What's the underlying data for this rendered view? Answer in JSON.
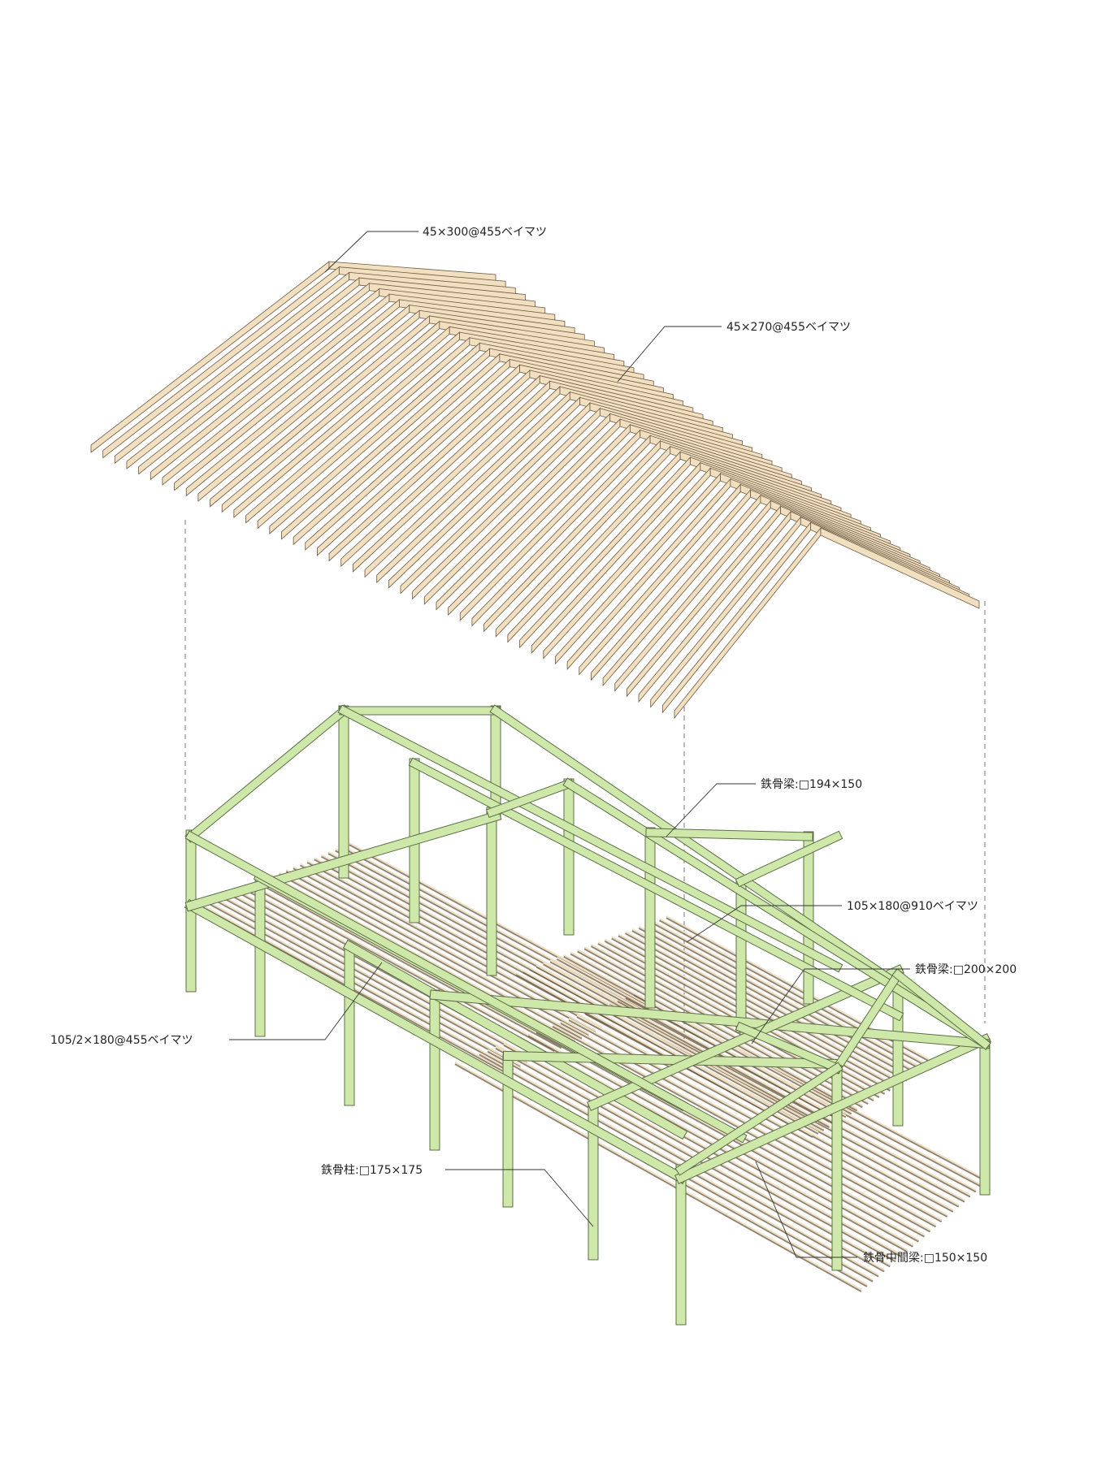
{
  "diagram": {
    "background": "#ffffff",
    "colors": {
      "timber_fill": "#f2dfc0",
      "timber_stroke": "#6b5a44",
      "steel_fill": "#cde8a8",
      "steel_stroke": "#5c6e48",
      "joist_fill": "#efe0c6",
      "leader": "#333333",
      "dash": "#777777"
    },
    "labels": {
      "roof_rafter_upper": "45×300@455ベイマツ",
      "roof_rafter_lower": "45×270@455ベイマツ",
      "steel_beam_194": "鉄骨梁:□194×150",
      "floor_beam_910": "105×180@910ベイマツ",
      "steel_beam_200": "鉄骨梁:□200×200",
      "floor_joist_455": "105/2×180@455ベイマツ",
      "steel_column": "鉄骨柱:□175×175",
      "steel_mid_beam": "鉄骨中間梁:□150×150"
    }
  }
}
